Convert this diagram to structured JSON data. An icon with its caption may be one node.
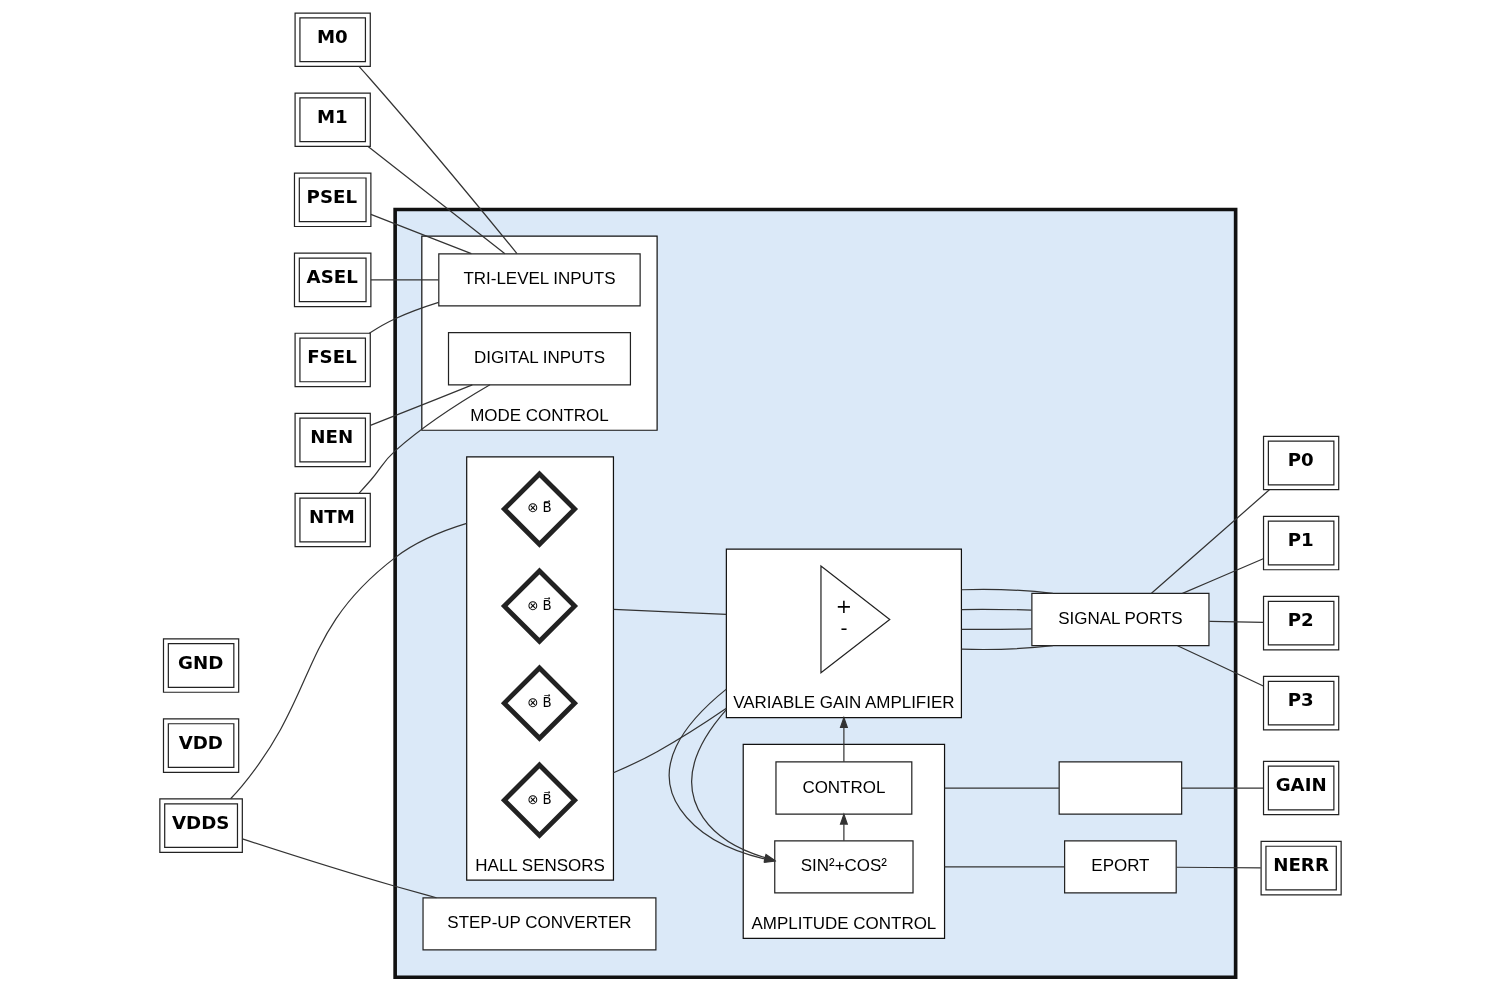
{
  "diagram": {
    "nodes": [
      {
        "text": [],
        "shape": "box"
      },
      {
        "text": [
          "VDD"
        ]
      },
      {
        "text": [
          "M0"
        ]
      },
      {
        "text": [
          "M1"
        ]
      },
      {
        "text": [
          "PSEL"
        ]
      },
      {
        "text": [
          "ASEL"
        ]
      },
      {
        "text": [
          "FSEL"
        ]
      },
      {
        "text": [
          "NEN"
        ]
      },
      {
        "text": [
          "NTM"
        ]
      },
      {
        "text": [
          "MODE CONTROL"
        ],
        "in": 0
      },
      {
        "text": [
          "TRI-LEVEL INPUTS"
        ],
        "in": 9
      },
      {
        "text": [
          "DIGITAL INPUTS"
        ],
        "in": 9
      },
      {
        "text": [
          "HALL SENSORS"
        ],
        "in": 0
      },
      {
        "text": [
          "⊗ B⃗"
        ],
        "in": 12
      },
      {
        "text": [
          "⊗ B⃗"
        ],
        "in": 12
      },
      {
        "text": [
          "⊗ B⃗"
        ],
        "in": 12
      },
      {
        "text": [
          "⊗ B⃗"
        ],
        "in": 12
      },
      {
        "text": [
          "VARIABLE GAIN AMPLIFIER"
        ],
        "in": 0
      },
      {
        "text": [
          "+",
          "-"
        ],
        "in": 17
      },
      {
        "text": [
          "SIGNAL PORTS"
        ],
        "in": 0
      },
      {
        "text": [
          "P0"
        ]
      },
      {
        "text": [
          "P1"
        ]
      },
      {
        "text": [
          "P2"
        ]
      },
      {
        "text": [
          "P3"
        ]
      },
      {
        "text": [
          "STEP-UP CONVERTER"
        ],
        "in": 0
      },
      {
        "text": [
          "AMPLITUDE CONTROL"
        ],
        "in": 0
      },
      {
        "text": [
          "CONTROL"
        ],
        "in": 25
      },
      {
        "text": [
          "SIN²+COS²"
        ],
        "in": 25
      },
      {
        "text": [],
        "shape": "box",
        "in": 0
      },
      {
        "text": [
          "GAIN"
        ]
      },
      {
        "text": [
          "EPORT"
        ],
        "in": 0
      },
      {
        "text": [
          "NERR"
        ]
      },
      {
        "text": [
          "VDDS"
        ]
      },
      {
        "text": [
          "GND"
        ]
      }
    ],
    "edges": [
      {
        "from": 2,
        "to": 10,
        "arrow": "none"
      },
      {
        "from": 3,
        "to": 10,
        "arrow": "none"
      },
      {
        "from": 4,
        "to": 10,
        "arrow": "none"
      },
      {
        "from": 5,
        "to": 10,
        "arrow": "none"
      },
      {
        "from": 6,
        "to": 10,
        "arrow": "none"
      },
      {
        "from": 7,
        "to": 11,
        "arrow": "none"
      },
      {
        "from": 8,
        "to": 11,
        "arrow": "none"
      },
      {
        "from": 32,
        "to": 12,
        "arrow": "none"
      },
      {
        "from": 32,
        "to": 24,
        "arrow": "none"
      },
      {
        "from": 12,
        "to": 17,
        "arrow": "none"
      },
      {
        "from": 12,
        "to": 17,
        "arrow": "none"
      },
      {
        "from": 17,
        "to": 19,
        "arrow": "none"
      },
      {
        "from": 17,
        "to": 19,
        "arrow": "none"
      },
      {
        "from": 17,
        "to": 19,
        "arrow": "none"
      },
      {
        "from": 17,
        "to": 19,
        "arrow": "none"
      },
      {
        "from": 17,
        "to": 27,
        "arrow": "to"
      },
      {
        "from": 17,
        "to": 27,
        "arrow": "to"
      },
      {
        "from": 27,
        "to": 26,
        "arrow": "to"
      },
      {
        "from": 26,
        "to": 17,
        "arrow": "to"
      },
      {
        "from": 25,
        "to": 28,
        "arrow": "none"
      },
      {
        "from": 25,
        "to": 30,
        "arrow": "none"
      },
      {
        "from": 19,
        "to": 20,
        "arrow": "none"
      },
      {
        "from": 19,
        "to": 21,
        "arrow": "none"
      },
      {
        "from": 19,
        "to": 22,
        "arrow": "none"
      },
      {
        "from": 19,
        "to": 23,
        "arrow": "none"
      },
      {
        "from": 28,
        "to": 29,
        "arrow": "none"
      },
      {
        "from": 30,
        "to": 31,
        "arrow": "none"
      }
    ]
  }
}
